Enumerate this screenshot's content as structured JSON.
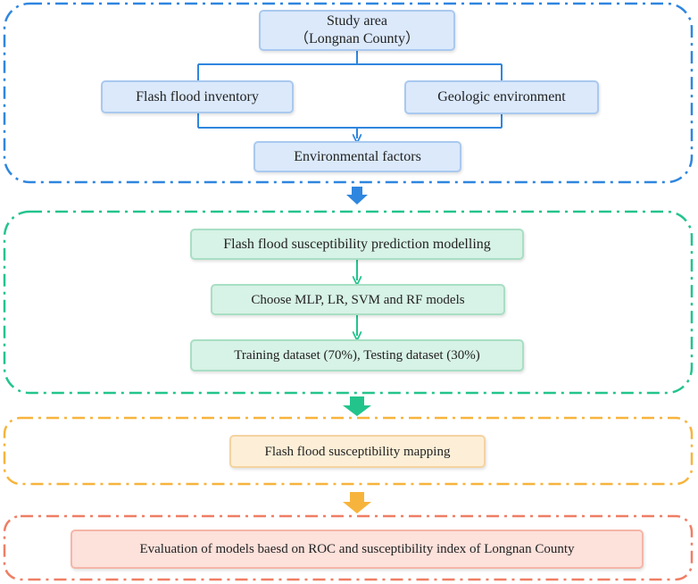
{
  "colors": {
    "blue": "#2f86df",
    "green": "#23c48c",
    "orange": "#f7b43c",
    "red": "#ef7e64",
    "connector": "#2f86df"
  },
  "stage1": {
    "study_area_line1": "Study area",
    "study_area_line2": "（Longnan County）",
    "inventory": "Flash flood inventory",
    "geologic": "Geologic environment",
    "factors": "Environmental factors"
  },
  "stage2": {
    "modelling": "Flash flood susceptibility prediction modelling",
    "models": "Choose MLP, LR, SVM and RF models",
    "dataset": "Training dataset (70%), Testing dataset (30%)"
  },
  "stage3": {
    "mapping": "Flash flood susceptibility mapping"
  },
  "stage4": {
    "evaluation": "Evaluation of models baesd on ROC and susceptibility index of Longnan County"
  }
}
